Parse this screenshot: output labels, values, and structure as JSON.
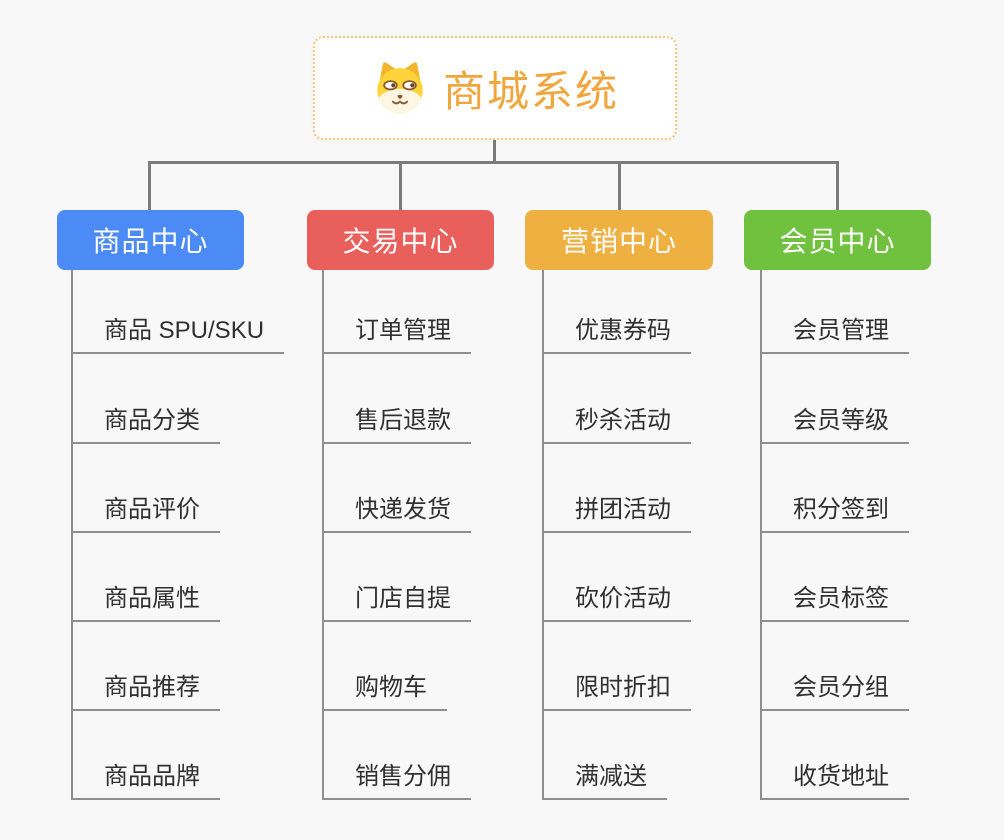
{
  "root": {
    "title": "商城系统",
    "icon": "dog-icon"
  },
  "branches": [
    {
      "label": "商品中心",
      "color": "#4C8BF5",
      "children": [
        "商品 SPU/SKU",
        "商品分类",
        "商品评价",
        "商品属性",
        "商品推荐",
        "商品品牌"
      ]
    },
    {
      "label": "交易中心",
      "color": "#E95F5C",
      "children": [
        "订单管理",
        "售后退款",
        "快递发货",
        "门店自提",
        "购物车",
        "销售分佣"
      ]
    },
    {
      "label": "营销中心",
      "color": "#EEB041",
      "children": [
        "优惠券码",
        "秒杀活动",
        "拼团活动",
        "砍价活动",
        "限时折扣",
        "满减送"
      ]
    },
    {
      "label": "会员中心",
      "color": "#6FC13E",
      "children": [
        "会员管理",
        "会员等级",
        "积分签到",
        "会员标签",
        "会员分组",
        "收货地址"
      ]
    }
  ],
  "colors": {
    "background": "#F8F8F8",
    "connector": "#7B7B7B",
    "underline": "#8E8E8E",
    "root_border": "#F4C77C",
    "root_text": "#F0A63C",
    "child_text": "#303030",
    "branch_text": "#FFFFFF"
  }
}
